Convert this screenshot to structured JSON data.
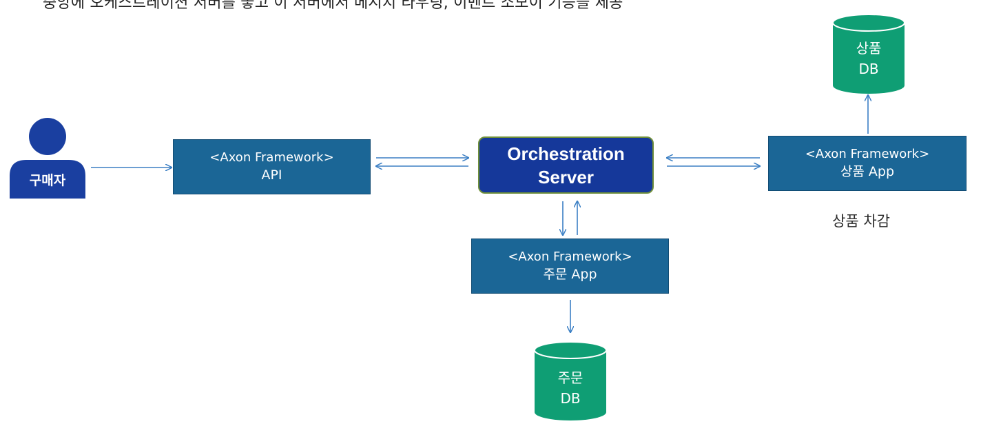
{
  "caption": "중앙에 오케스트레이션 서버를 놓고 이 서버에서 메시지 라우팅, 이벤트 소모이 기능을 제공",
  "actor": {
    "label": "구매자",
    "icon": "person-icon",
    "color": "#1a3fa0"
  },
  "api_box": {
    "framework": "<Axon Framework>",
    "name": "API"
  },
  "orchestration": {
    "line1": "Orchestration",
    "line2": "Server"
  },
  "product_app": {
    "framework": "<Axon Framework>",
    "name": "상품 App"
  },
  "order_app": {
    "framework": "<Axon Framework>",
    "name": "주문 App"
  },
  "product_db": {
    "line1": "상품",
    "line2": "DB"
  },
  "order_db": {
    "line1": "주문",
    "line2": "DB"
  },
  "product_note": "상품 차감",
  "colors": {
    "app_box": "#1b6696",
    "orchestration": "#15389a",
    "db": "#0f9e74",
    "arrow": "#3b7fc4"
  }
}
